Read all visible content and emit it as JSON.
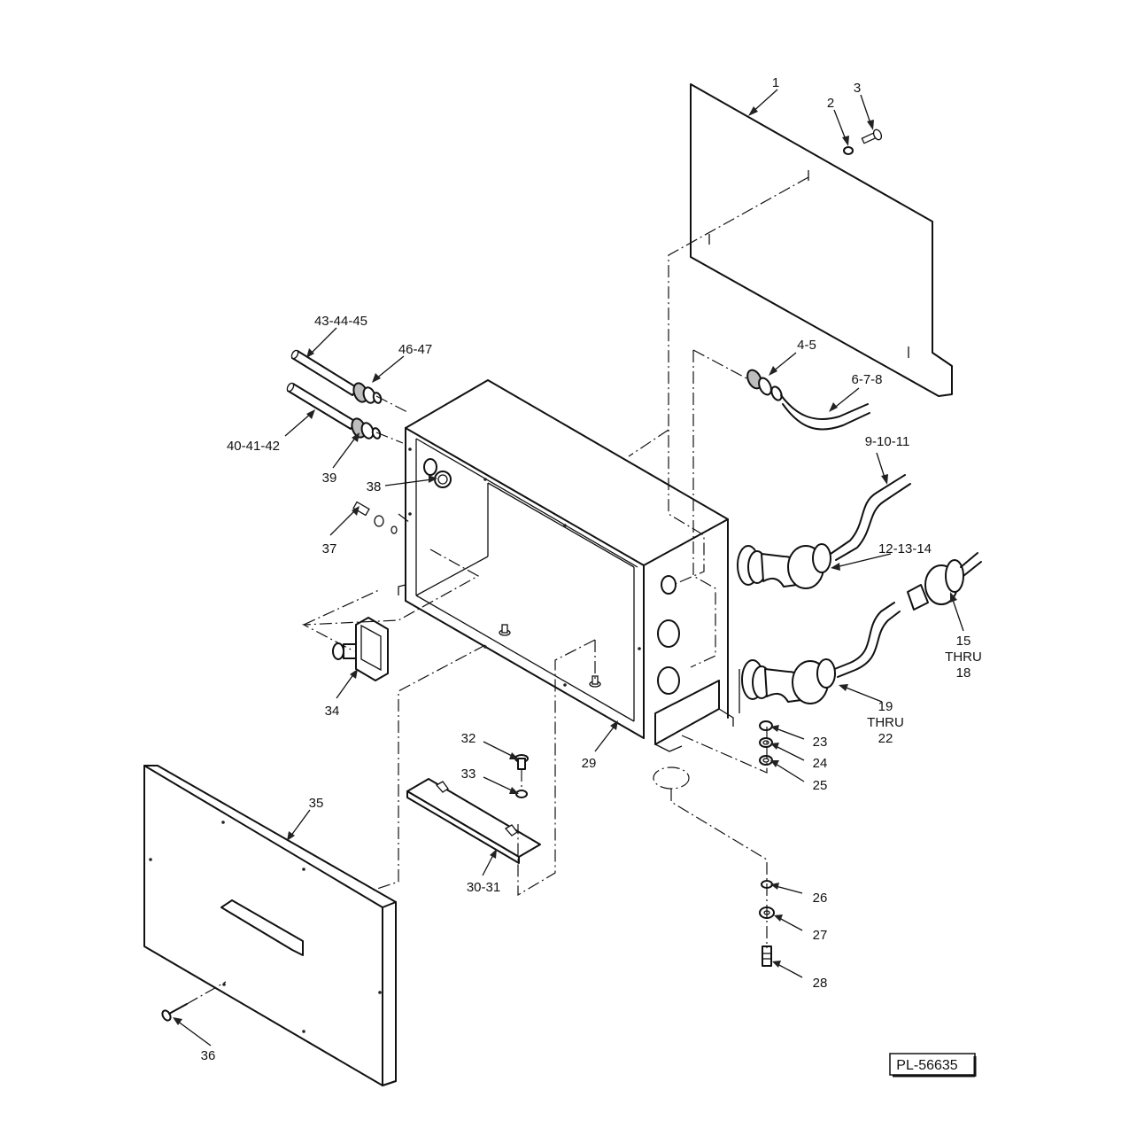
{
  "drawing_number": "PL-56635",
  "callouts": {
    "c1": "1",
    "c2": "2",
    "c3": "3",
    "c4_5": "4-5",
    "c6_7_8": "6-7-8",
    "c9_10_11": "9-10-11",
    "c12_13_14": "12-13-14",
    "c15_a": "15",
    "c15_b": "THRU",
    "c15_c": "18",
    "c19_a": "19",
    "c19_b": "THRU",
    "c19_c": "22",
    "c23": "23",
    "c24": "24",
    "c25": "25",
    "c26": "26",
    "c27": "27",
    "c28": "28",
    "c29": "29",
    "c30_31": "30-31",
    "c32": "32",
    "c33": "33",
    "c34": "34",
    "c35": "35",
    "c36": "36",
    "c37": "37",
    "c38": "38",
    "c39": "39",
    "c40_41_42": "40-41-42",
    "c43_44_45": "43-44-45",
    "c46_47": "46-47"
  }
}
